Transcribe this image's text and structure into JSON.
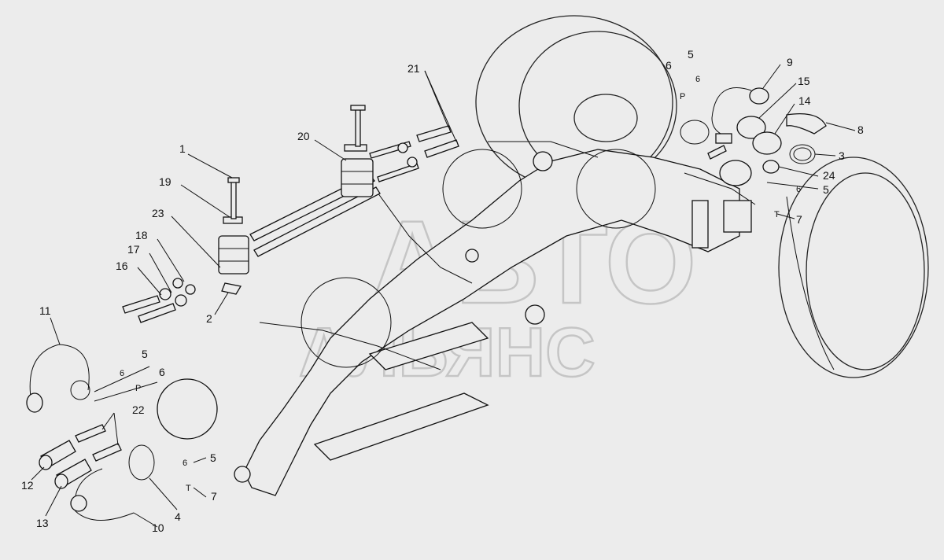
{
  "watermark": {
    "line1": "АВТО",
    "line2": "АЛЬЯНС"
  },
  "callouts": {
    "c1": "1",
    "c2": "2",
    "c3": "3",
    "c4": "4",
    "c5a": "5",
    "c5b": "5",
    "c5c": "5",
    "c5d": "5",
    "c6a": "6",
    "c6b": "6",
    "c6c": "6",
    "c6d": "6",
    "c6e": "6",
    "c6f": "6",
    "c7a": "7",
    "c7b": "7",
    "c8": "8",
    "c9": "9",
    "c10": "10",
    "c11": "11",
    "c12": "12",
    "c13": "13",
    "c14": "14",
    "c15": "15",
    "c16": "16",
    "c17": "17",
    "c18": "18",
    "c19": "19",
    "c20": "20",
    "c21": "21",
    "c22": "22",
    "c23": "23",
    "c24": "24",
    "pA": "P",
    "pB": "P",
    "tA": "T",
    "tB": "T"
  }
}
